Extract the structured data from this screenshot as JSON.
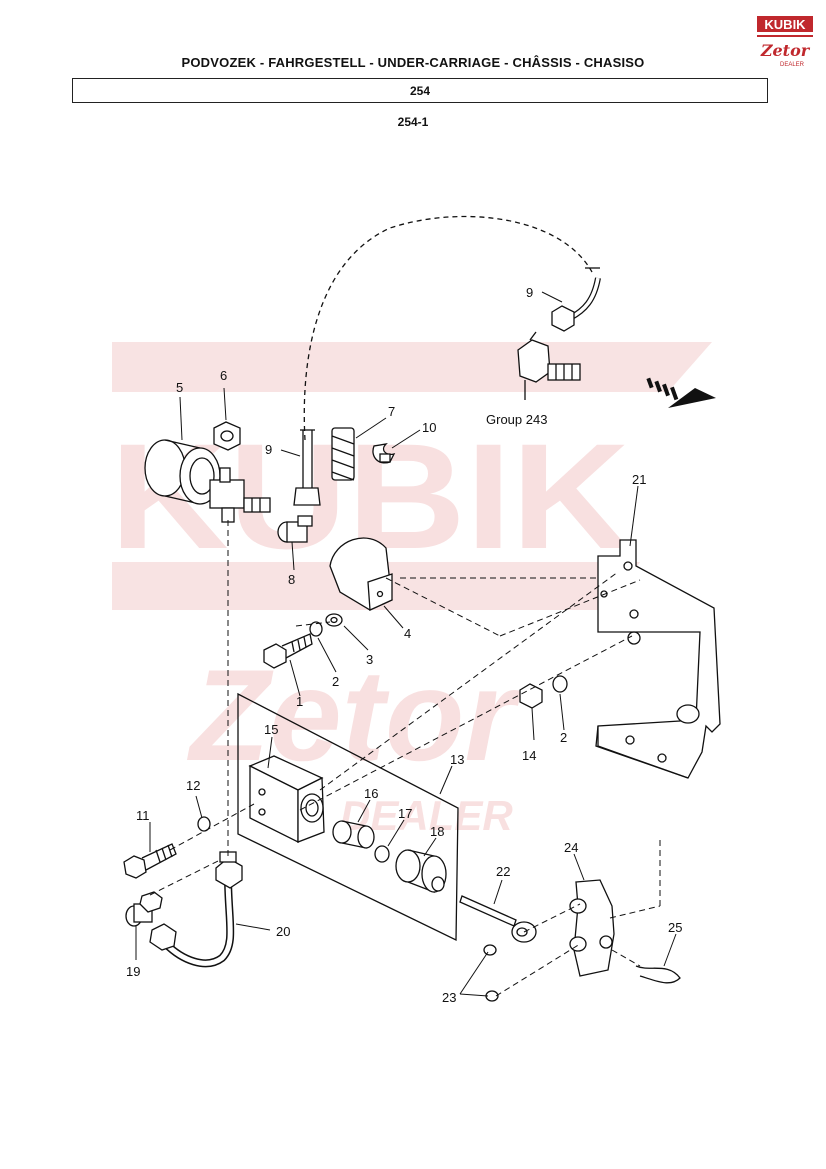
{
  "header": {
    "title": "PODVOZEK - FAHRGESTELL - UNDER-CARRIAGE - CHÂSSIS - CHASISO",
    "section": "254",
    "subsection": "254-1"
  },
  "logo": {
    "brand": "KUBIK",
    "sub_brand": "Zetor",
    "tag": "DEALER",
    "colors": {
      "primary": "#c0282d",
      "text": "#ffffff"
    }
  },
  "watermark": {
    "text_main": "KUBIK",
    "text_script": "Zetor",
    "text_sub": "DEALER",
    "color": "#f3cccc"
  },
  "callouts": {
    "c1": "1",
    "c2a": "2",
    "c2b": "2",
    "c3": "3",
    "c4": "4",
    "c5": "5",
    "c6": "6",
    "c7": "7",
    "c8": "8",
    "c9a": "9",
    "c9b": "9",
    "c10": "10",
    "c11": "11",
    "c12": "12",
    "c13": "13",
    "c14": "14",
    "c15": "15",
    "c16": "16",
    "c17": "17",
    "c18": "18",
    "c19": "19",
    "c20": "20",
    "c21": "21",
    "c22": "22",
    "c23": "23",
    "c24": "24",
    "c25": "25",
    "group_ref": "Group 243"
  },
  "footer": {
    "page_number": ""
  }
}
